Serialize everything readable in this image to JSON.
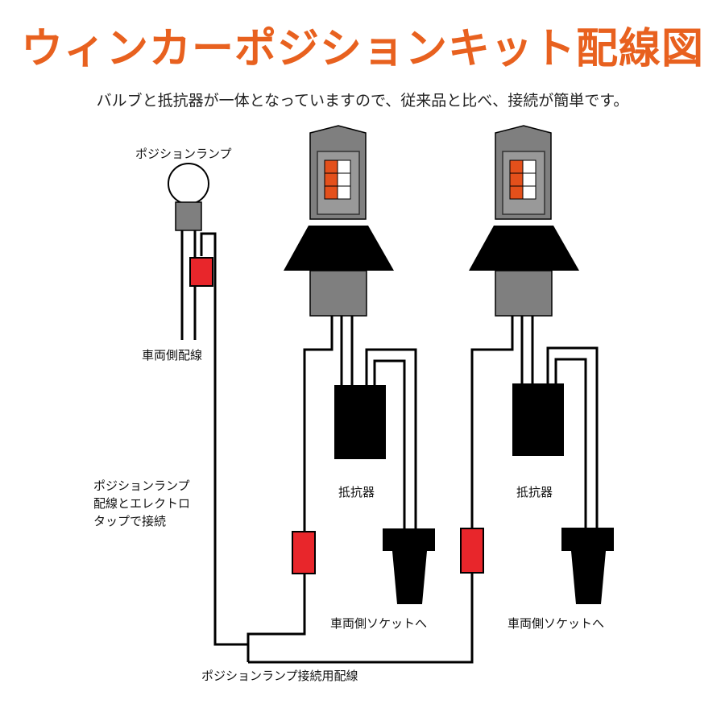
{
  "title": "ウィンカーポジションキット配線図",
  "subtitle": "バルブと抵抗器が一体となっていますので、従来品と比べ、接続が簡単です。",
  "labels": {
    "position_lamp": "ポジションランプ",
    "vehicle_wiring": "車両側配線",
    "tap_note_line1": "ポジションランプ",
    "tap_note_line2": "配線とエレクトロ",
    "tap_note_line3": "タップで接続",
    "resistor_left": "抵抗器",
    "resistor_right": "抵抗器",
    "socket_left": "車両側ソケットへ",
    "socket_right": "車両側ソケットへ",
    "connection_wiring": "ポジションランプ接続用配線"
  },
  "colors": {
    "title": "#e8611f",
    "bulb_body": "#7f7f7f",
    "bulb_base": "#000000",
    "led_red": "#e4501b",
    "tap_red": "#e8262b",
    "wire": "#000000"
  }
}
